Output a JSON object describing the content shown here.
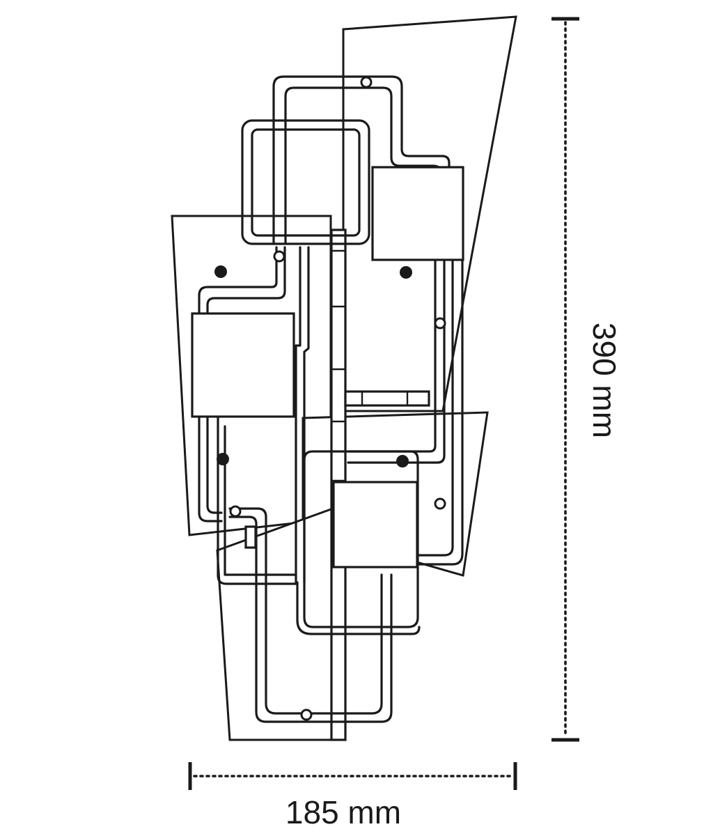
{
  "dimensions": {
    "height": {
      "value": 390,
      "unit": "mm",
      "label": "390 mm"
    },
    "width": {
      "value": 185,
      "unit": "mm",
      "label": "185 mm"
    }
  },
  "colors": {
    "line": "#1a1a1a",
    "background": "#ffffff"
  }
}
